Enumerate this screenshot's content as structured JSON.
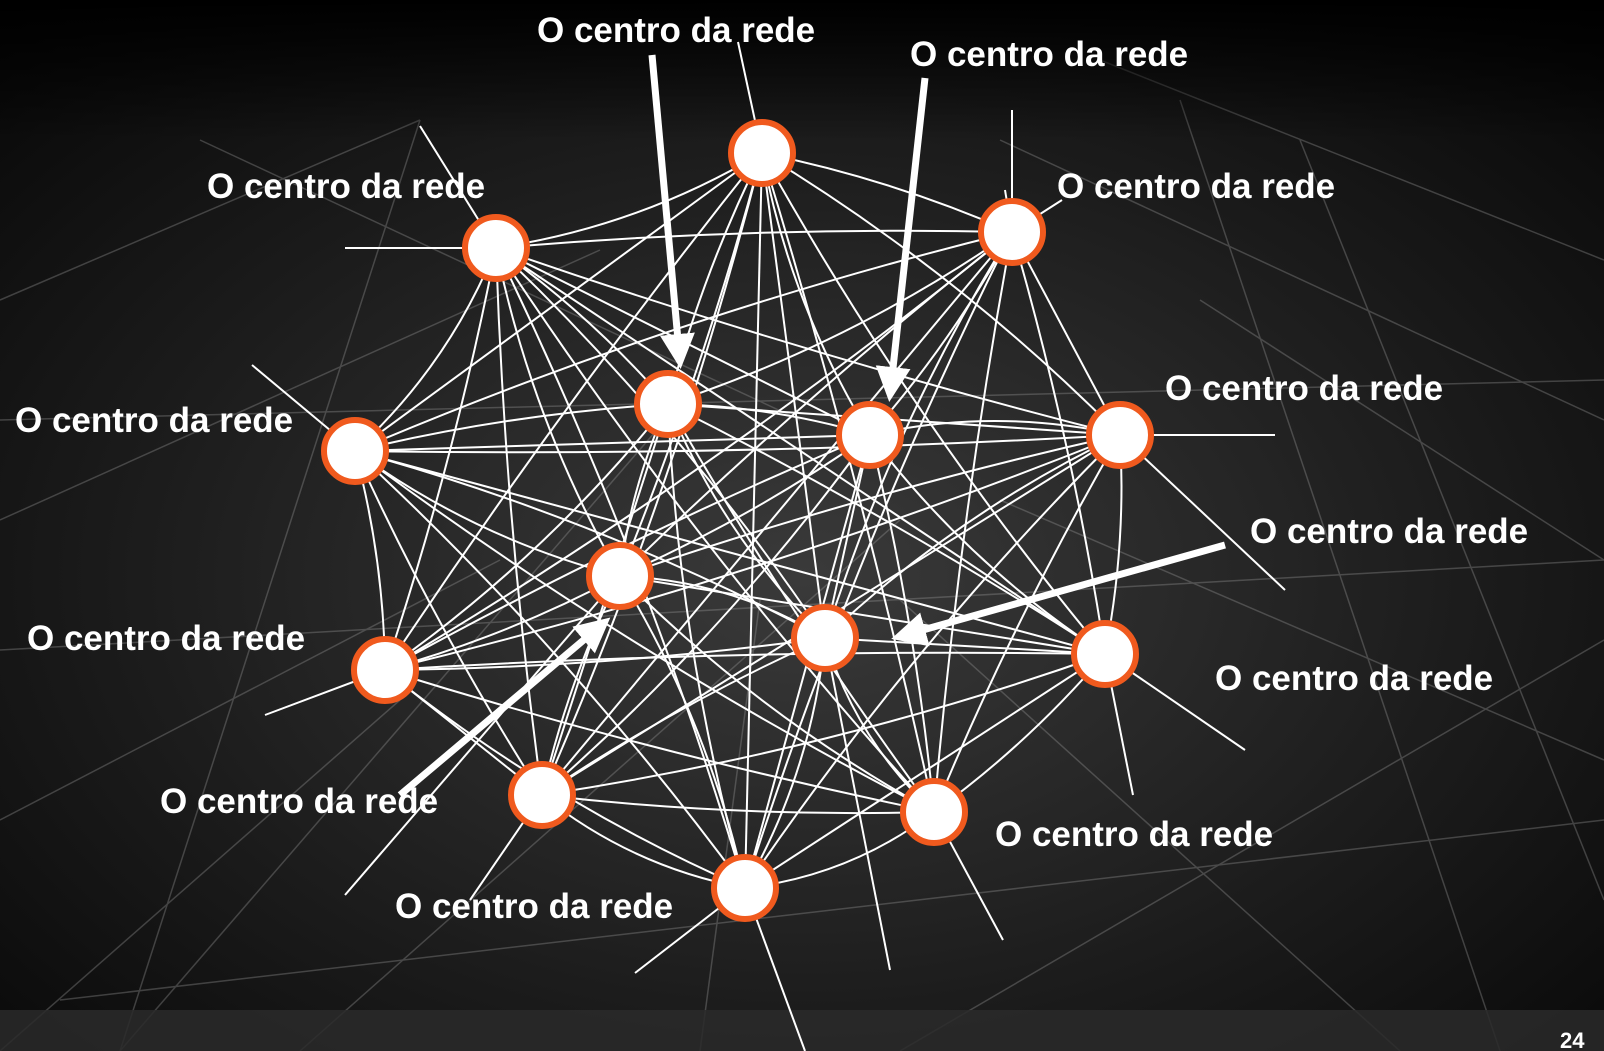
{
  "colors": {
    "background": "#000000",
    "node_fill": "#ffffff",
    "node_stroke": "#f05a1e",
    "edge": "#ffffff",
    "label": "#ffffff"
  },
  "labels": [
    "O centro da rede",
    "O centro da rede",
    "O centro da rede",
    "O centro da rede",
    "O centro da rede",
    "O centro da rede",
    "O centro da rede",
    "O centro da rede",
    "O centro da rede",
    "O centro da rede",
    "O centro da rede",
    "O centro da rede"
  ],
  "page_number": "24"
}
